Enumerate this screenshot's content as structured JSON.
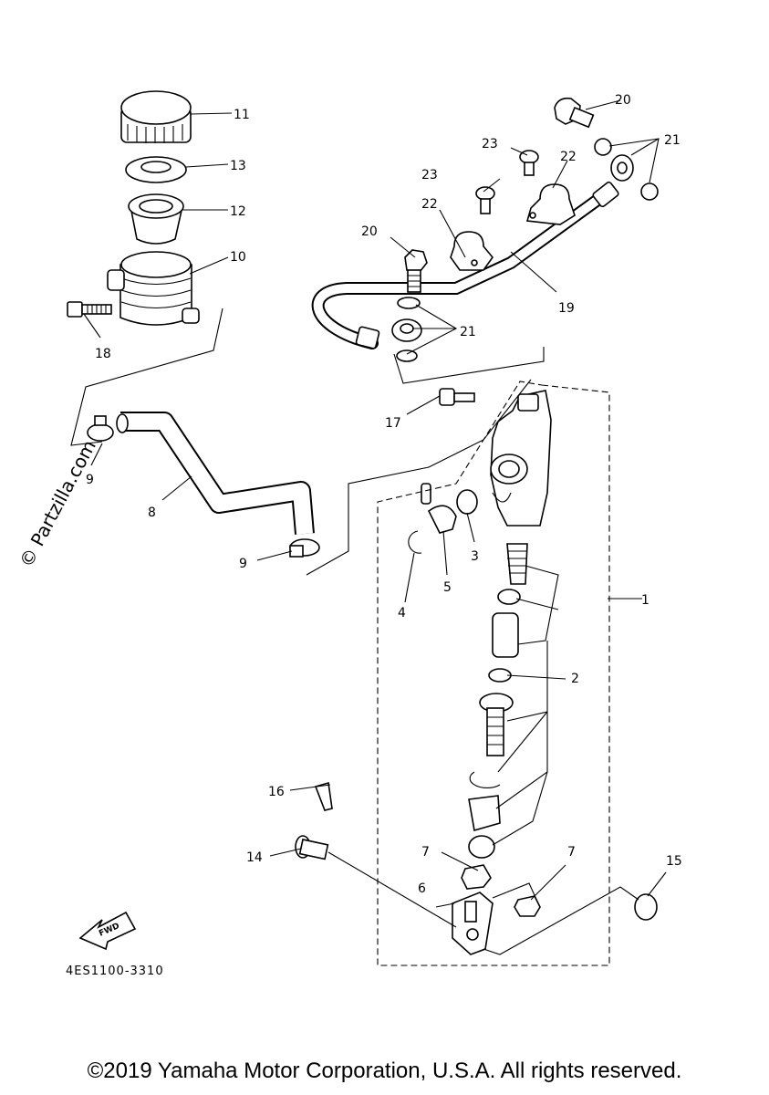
{
  "watermark": "© Partzilla.com",
  "diagram_code": "4ES1100-3310",
  "fwd_label": "FWD",
  "copyright": "©2019 Yamaha Motor Corporation, U.S.A. All rights reserved.",
  "callouts": {
    "c1": "1",
    "c2": "2",
    "c3": "3",
    "c4": "4",
    "c5": "5",
    "c6": "6",
    "c7a": "7",
    "c7b": "7",
    "c8": "8",
    "c9a": "9",
    "c9b": "9",
    "c10": "10",
    "c11": "11",
    "c12": "12",
    "c13": "13",
    "c14": "14",
    "c15": "15",
    "c16": "16",
    "c17": "17",
    "c18": "18",
    "c19": "19",
    "c20a": "20",
    "c20b": "20",
    "c21a": "21",
    "c21b": "21",
    "c22a": "22",
    "c22b": "22",
    "c23a": "23",
    "c23b": "23"
  }
}
